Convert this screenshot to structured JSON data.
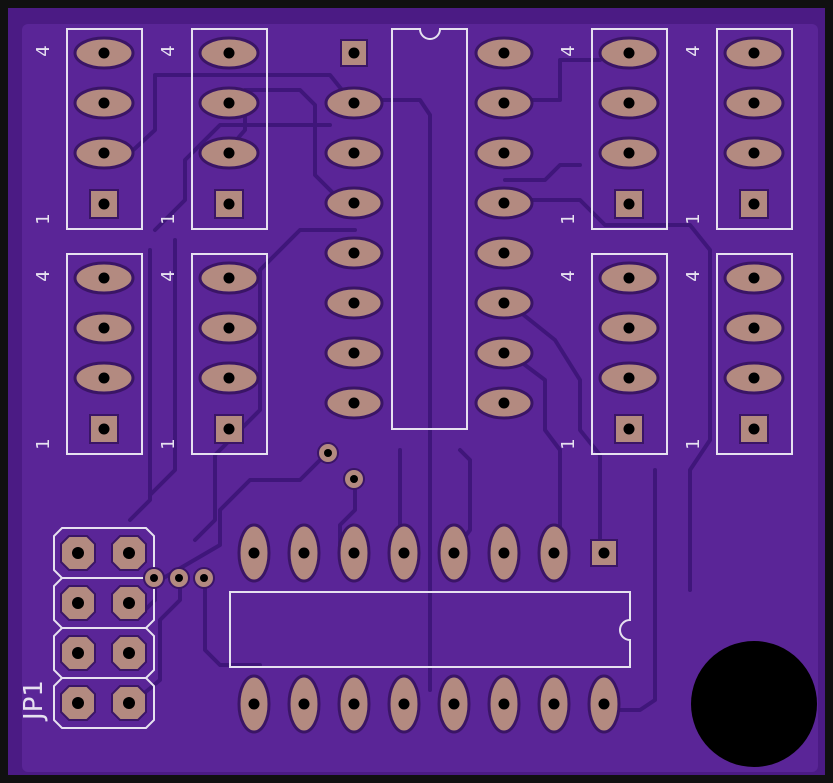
{
  "board": {
    "colors": {
      "frame": "#101010",
      "substrate": "#4b1b84",
      "copper": "#5a2597",
      "trace": "#3f167a",
      "pad": "#b38a80",
      "silkscreen": "#e6e1f0",
      "hole": "#000000"
    },
    "labels": {
      "jumper_ref": "JP1",
      "pin_one": "1",
      "pin_four": "4"
    }
  }
}
